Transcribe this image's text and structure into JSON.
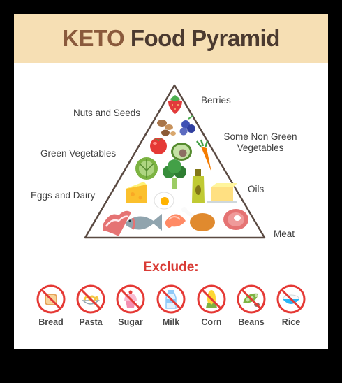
{
  "header": {
    "title_part1": "KETO",
    "title_part2": "Food Pyramid"
  },
  "pyramid": {
    "labels": {
      "berries": "Berries",
      "nuts_seeds": "Nuts and Seeds",
      "some_non_green_line1": "Some Non Green",
      "some_non_green_line2": "Vegetables",
      "green_vegetables": "Green Vegetables",
      "oils": "Oils",
      "eggs_dairy": "Eggs and Dairy",
      "meat": "Meat"
    }
  },
  "exclude": {
    "title": "Exclude:",
    "items": [
      "Bread",
      "Pasta",
      "Sugar",
      "Milk",
      "Corn",
      "Beans",
      "Rice"
    ]
  },
  "colors": {
    "header_bg": "#f6dfb4",
    "title_accent": "#8a5a3c",
    "title_main": "#4b3a30",
    "exclude_red": "#d93b35",
    "pyramid_stroke": "#5a4a42"
  },
  "icons": [
    "strawberry-icon",
    "nuts-icon",
    "blueberries-icon",
    "tomato-icon",
    "avocado-icon",
    "carrot-icon",
    "cabbage-icon",
    "broccoli-icon",
    "oil-bottle-icon",
    "cheese-icon",
    "egg-icon",
    "butter-icon",
    "bacon-icon",
    "fish-icon",
    "shrimp-icon",
    "chicken-leg-icon",
    "steak-icon"
  ]
}
